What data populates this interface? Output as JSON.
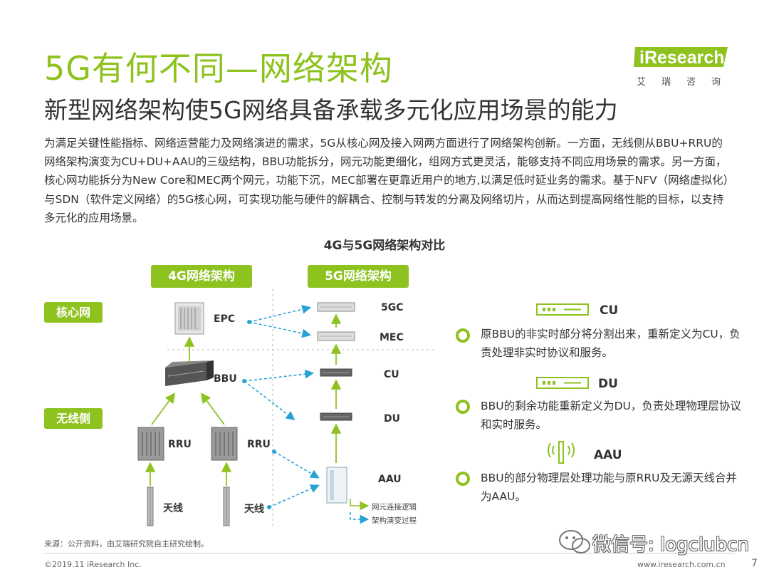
{
  "header": {
    "title": "5G有何不同—网络架构",
    "subtitle": "新型网络架构使5G网络具备承载多元化应用场景的能力",
    "logo_brand": "iResearch",
    "logo_cn": "艾瑞咨询"
  },
  "body_text": "为满足关键性能指标、网络运营能力及网络演进的需求，5G从核心网及接入网两方面进行了网络架构创新。一方面，无线侧从BBU+RRU的网络架构演变为CU+DU+AAU的三级结构，BBU功能拆分，网元功能更细化，组网方式更灵活，能够支持不同应用场景的需求。另一方面，核心网功能拆分为New Core和MEC两个网元，功能下沉，MEC部署在更靠近用户的地方,以满足低时延业务的需求。基于NFV（网络虚拟化）与SDN（软件定义网络）的5G核心网，可实现功能与硬件的解耦合、控制与转发的分离及网络切片，从而达到提高网络性能的目标，以支持多元化的应用场景。",
  "diagram": {
    "title": "4G与5G网络架构对比",
    "tag_4g": "4G网络架构",
    "tag_5g": "5G网络架构",
    "tag_core": "核心网",
    "tag_wireless": "无线侧",
    "labels": {
      "epc": "EPC",
      "bbu": "BBU",
      "rru1": "RRU",
      "rru2": "RRU",
      "ant1": "天线",
      "ant2": "天线",
      "g5gc": "5GC",
      "mec": "MEC",
      "cu": "CU",
      "du": "DU",
      "aau": "AAU"
    },
    "legend": {
      "solid": "网元连接逻辑",
      "dashed": "架构演变过程"
    }
  },
  "right_panel": {
    "cu": {
      "title": "CU",
      "desc": "原BBU的非实时部分将分割出来，重新定义为CU，负责处理非实时协议和服务。"
    },
    "du": {
      "title": "DU",
      "desc": "BBU的剩余功能重新定义为DU，负责处理物理层协议和实时服务。"
    },
    "aau": {
      "title": "AAU",
      "desc": "BBU的部分物理层处理功能与原RRU及无源天线合并为AAU。"
    }
  },
  "footer": {
    "source": "来源：公开资料，由艾瑞研究院自主研究绘制。",
    "copyright": "©2019.11 iResearch Inc.",
    "site": "www.iresearch.com.cn",
    "page": "7",
    "wechat": "微信号: logclubcn"
  },
  "colors": {
    "accent_green": "#8dc21f",
    "arrow_blue": "#29a3d6",
    "text_dark": "#333333"
  }
}
